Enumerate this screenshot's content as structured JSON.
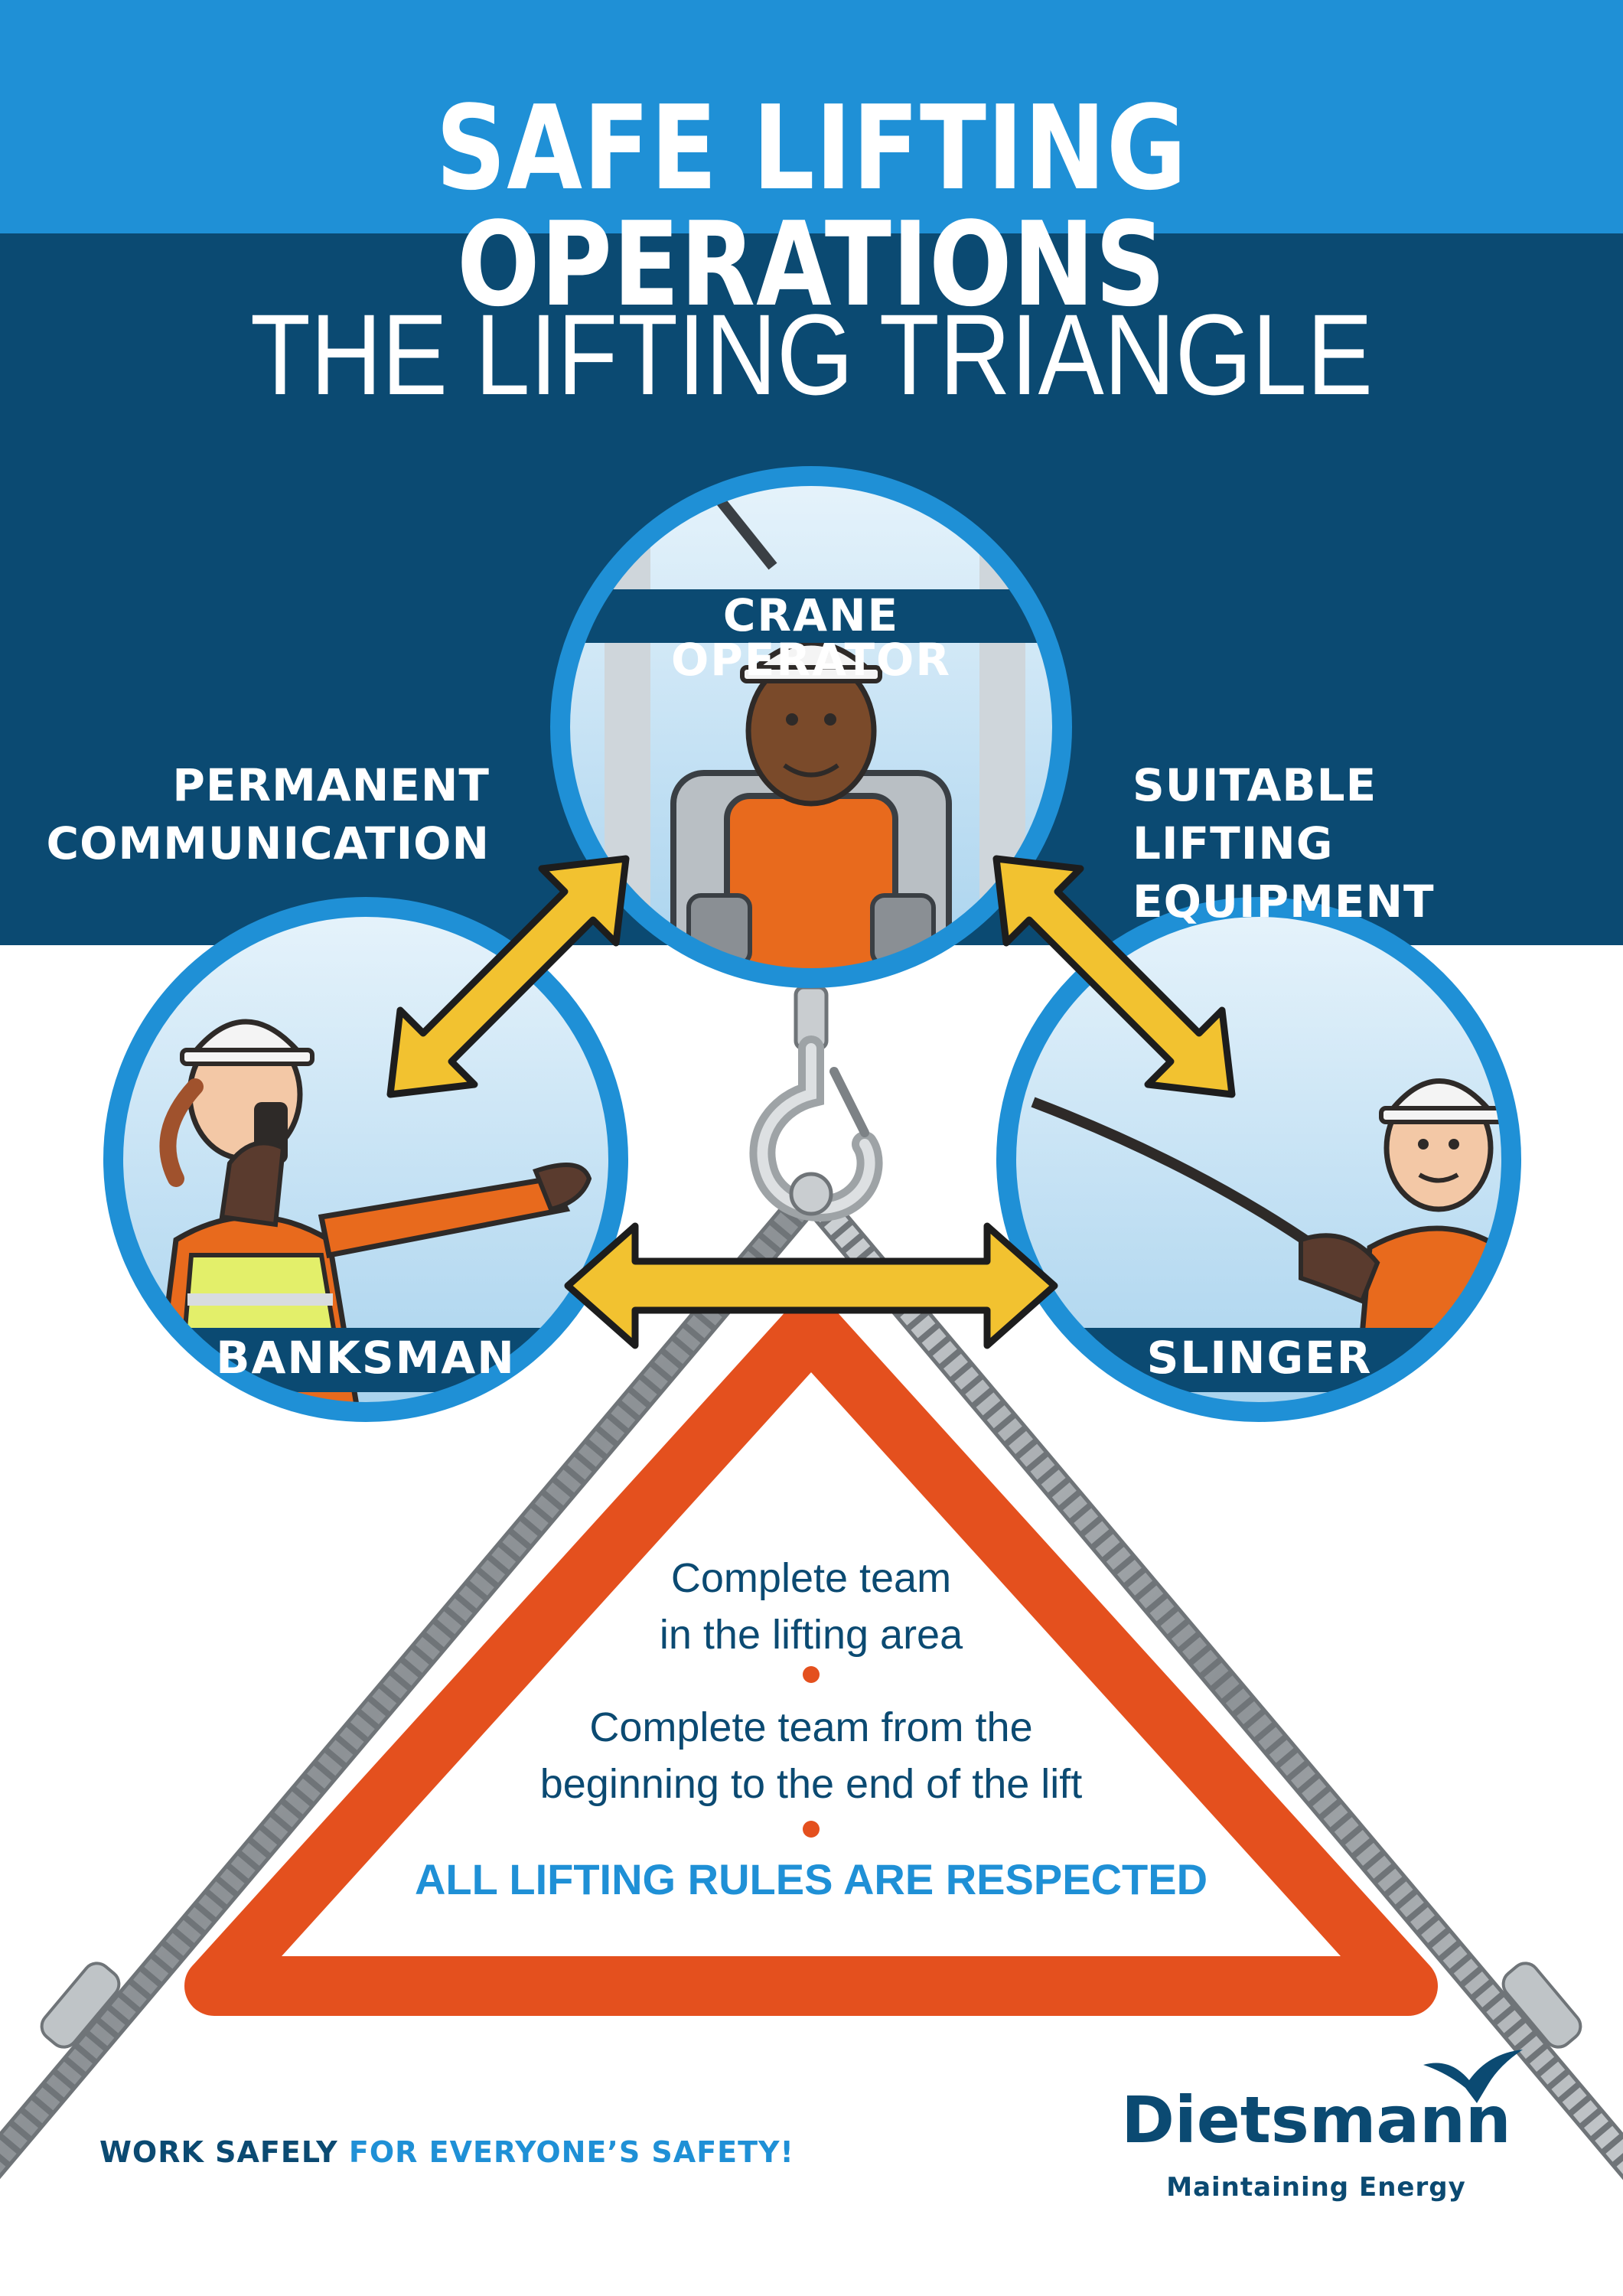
{
  "poster": {
    "title": "SAFE LIFTING OPERATIONS",
    "subtitle": "THE LIFTING TRIANGLE",
    "left_label": [
      "PERMANENT",
      "COMMUNICATION"
    ],
    "right_label": [
      "SUITABLE",
      "LIFTING EQUIPMENT"
    ]
  },
  "roles": {
    "top": "CRANE OPERATOR",
    "left": "BANKSMAN",
    "right": "SLINGER"
  },
  "triangle": {
    "line1": [
      "Complete team",
      "in the lifting area"
    ],
    "line2": [
      "Complete team from the",
      "beginning to the end of the lift"
    ],
    "line3": "ALL LIFTING RULES ARE RESPECTED"
  },
  "footer": {
    "tag_part1": "WORK SAFELY ",
    "tag_part2": "FOR EVERYONE’S SAFETY!",
    "brand": "Dietsmann",
    "brand_tagline": "Maintaining Energy"
  },
  "colors": {
    "sky_blue": "#1f90d6",
    "navy": "#0b4a72",
    "arrow_yellow": "#f2c230",
    "warning_orange": "#e4501e"
  },
  "icons": [
    "hook-icon",
    "double-arrow-icon",
    "dietsmann-bird-logo"
  ]
}
